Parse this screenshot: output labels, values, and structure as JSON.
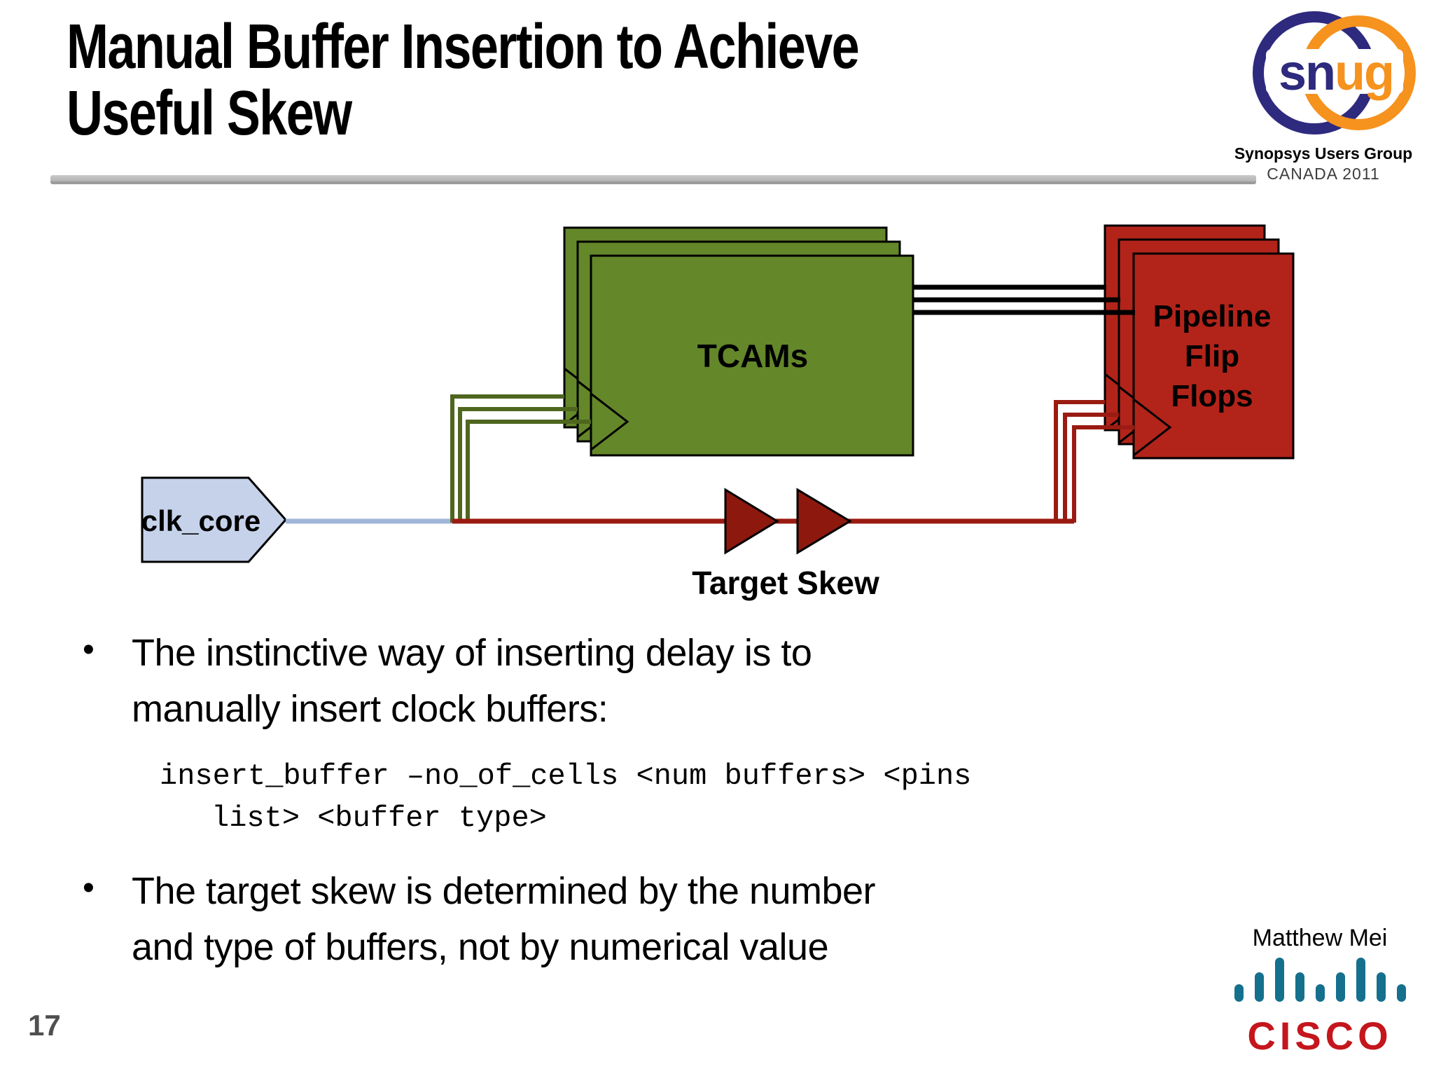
{
  "slide": {
    "title_lines": [
      "Manual Buffer Insertion to Achieve",
      "Useful Skew"
    ],
    "page_number": "17",
    "author": "Matthew Mei"
  },
  "bullet_char": "•",
  "snug": {
    "wordmark_left": "sn",
    "wordmark_right": "ug",
    "org_name": "Synopsys Users Group",
    "event": "CANADA 2011",
    "navy": "#2e2a7e",
    "orange": "#f6921e"
  },
  "bullets": [
    {
      "lines": [
        "The instinctive way of inserting delay is to",
        "manually insert clock buffers:"
      ]
    },
    {
      "lines": [
        "The target skew is determined by the number",
        "and type of buffers, not by numerical value"
      ]
    }
  ],
  "code": {
    "lines": [
      "insert_buffer –no_of_cells <num buffers> <pins",
      "list> <buffer type>"
    ]
  },
  "diagram": {
    "clk_core_label": "clk_core",
    "tcams_label": "TCAMs",
    "pipeline_ff_lines": [
      "Pipeline",
      "Flip",
      "Flops"
    ],
    "target_skew_label": "Target Skew",
    "colors": {
      "tcam_green": "#64872a",
      "ff_red": "#b2241a",
      "clk_blue_fill": "#c5d2ea",
      "clk_blue_wire": "#9fb6d9",
      "skew_wire_red": "#9a1b11",
      "buffer_red": "#8d190e",
      "clock_tree_green": "#4e661e"
    }
  },
  "cisco": {
    "wordmark": "CISCO",
    "text_color": "#c4161c",
    "bar_color": "#15708e"
  }
}
